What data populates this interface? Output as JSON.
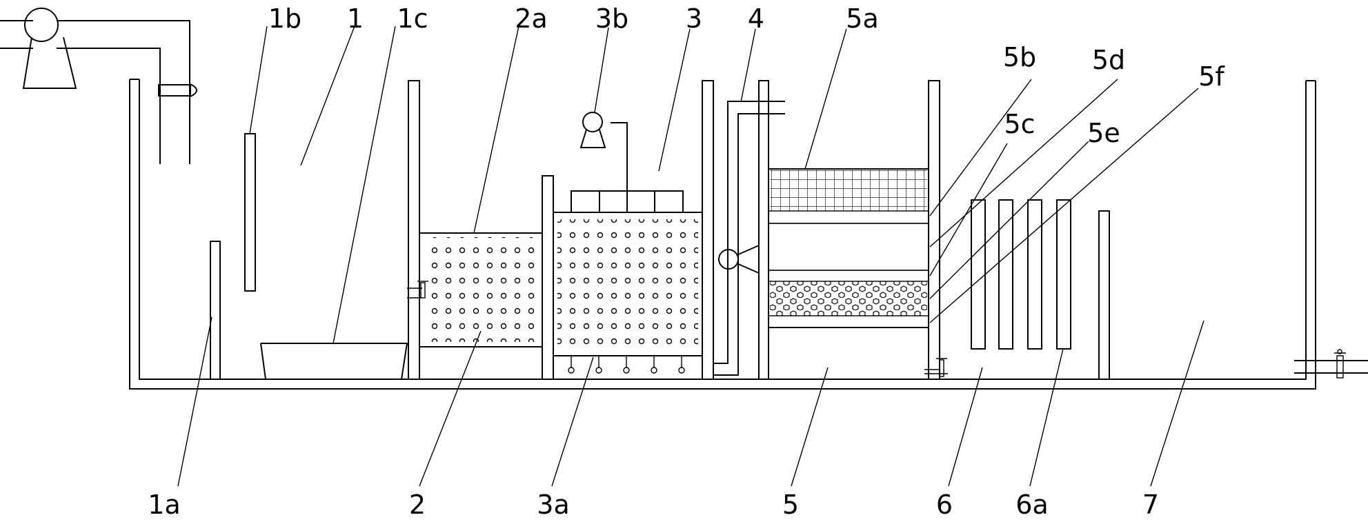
{
  "labels": {
    "l_1b": "1b",
    "l_1": "1",
    "l_1c": "1c",
    "l_2a": "2a",
    "l_3b": "3b",
    "l_3": "3",
    "l_4": "4",
    "l_5a": "5a",
    "l_5b": "5b",
    "l_5d": "5d",
    "l_5f": "5f",
    "l_5c": "5c",
    "l_5e": "5e",
    "l_1a": "1a",
    "l_2": "2",
    "l_3a": "3a",
    "l_5": "5",
    "l_6": "6",
    "l_6a": "6a",
    "l_7": "7"
  }
}
